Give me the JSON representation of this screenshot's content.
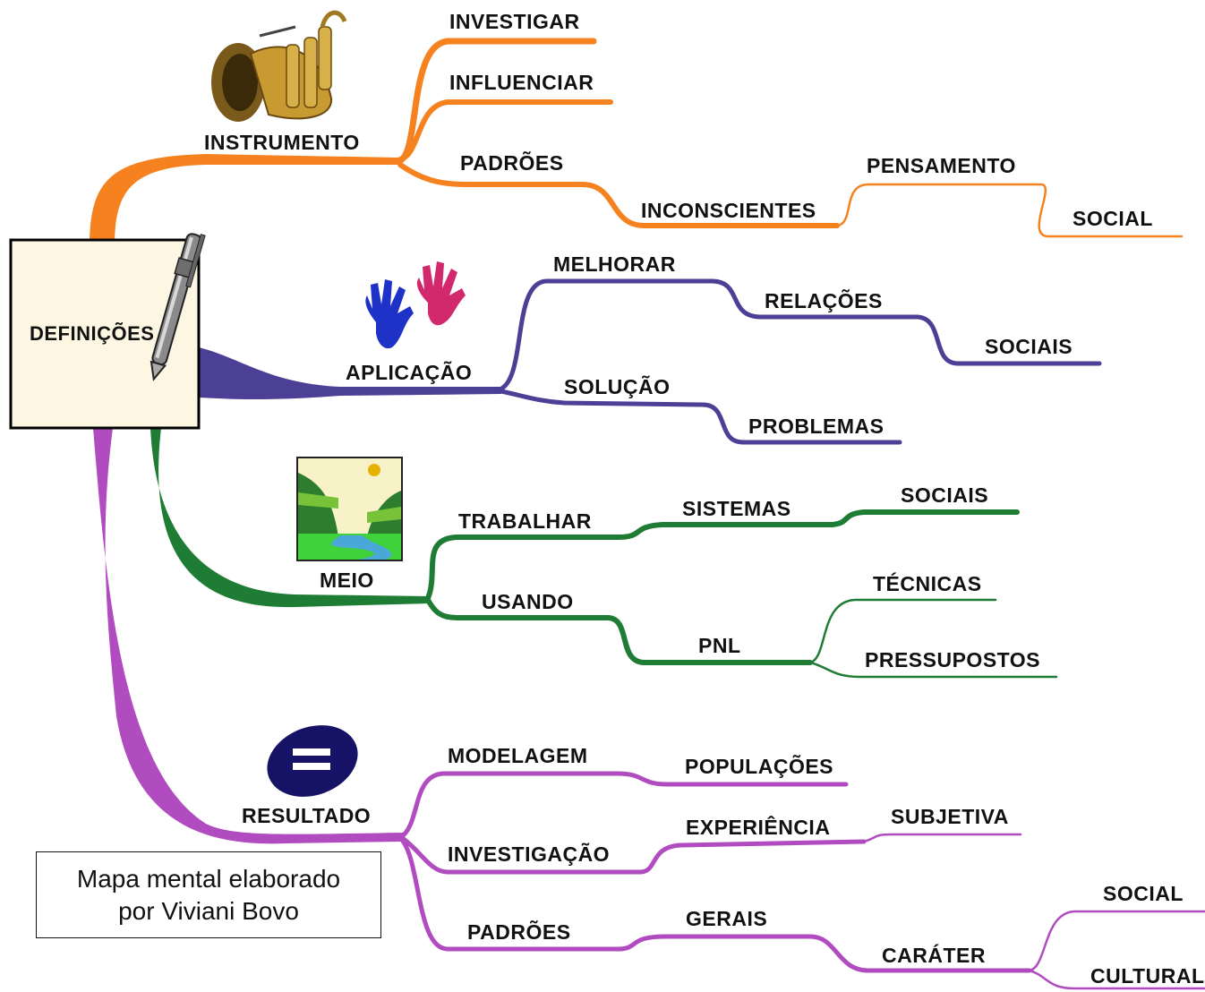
{
  "center": "DEFINIÇÕES",
  "colors": {
    "instrumento": "#f5821f",
    "aplicacao": "#4b3f96",
    "meio": "#1e7c34",
    "resultado": "#b04cbf"
  },
  "labels": {
    "instrumento": "INSTRUMENTO",
    "investigar": "INVESTIGAR",
    "influenciar": "INFLUENCIAR",
    "padroes1": "PADRÕES",
    "inconscientes": "INCONSCIENTES",
    "pensamento": "PENSAMENTO",
    "social1": "SOCIAL",
    "aplicacao": "APLICAÇÃO",
    "melhorar": "MELHORAR",
    "relacoes": "RELAÇÕES",
    "sociais1": "SOCIAIS",
    "solucao": "SOLUÇÃO",
    "problemas": "PROBLEMAS",
    "meio": "MEIO",
    "trabalhar": "TRABALHAR",
    "sistemas": "SISTEMAS",
    "sociais2": "SOCIAIS",
    "usando": "USANDO",
    "pnl": "PNL",
    "tecnicas": "TÉCNICAS",
    "pressupostos": "PRESSUPOSTOS",
    "resultado": "RESULTADO",
    "modelagem": "MODELAGEM",
    "populacoes": "POPULAÇÕES",
    "investigacao": "INVESTIGAÇÃO",
    "experiencia": "EXPERIÊNCIA",
    "subjetiva": "SUBJETIVA",
    "padroes2": "PADRÕES",
    "gerais": "GERAIS",
    "carater": "CARÁTER",
    "social2": "SOCIAL",
    "cultural": "CULTURAL"
  },
  "credit": {
    "line1": "Mapa mental elaborado",
    "line2": "por Viviani Bovo"
  }
}
